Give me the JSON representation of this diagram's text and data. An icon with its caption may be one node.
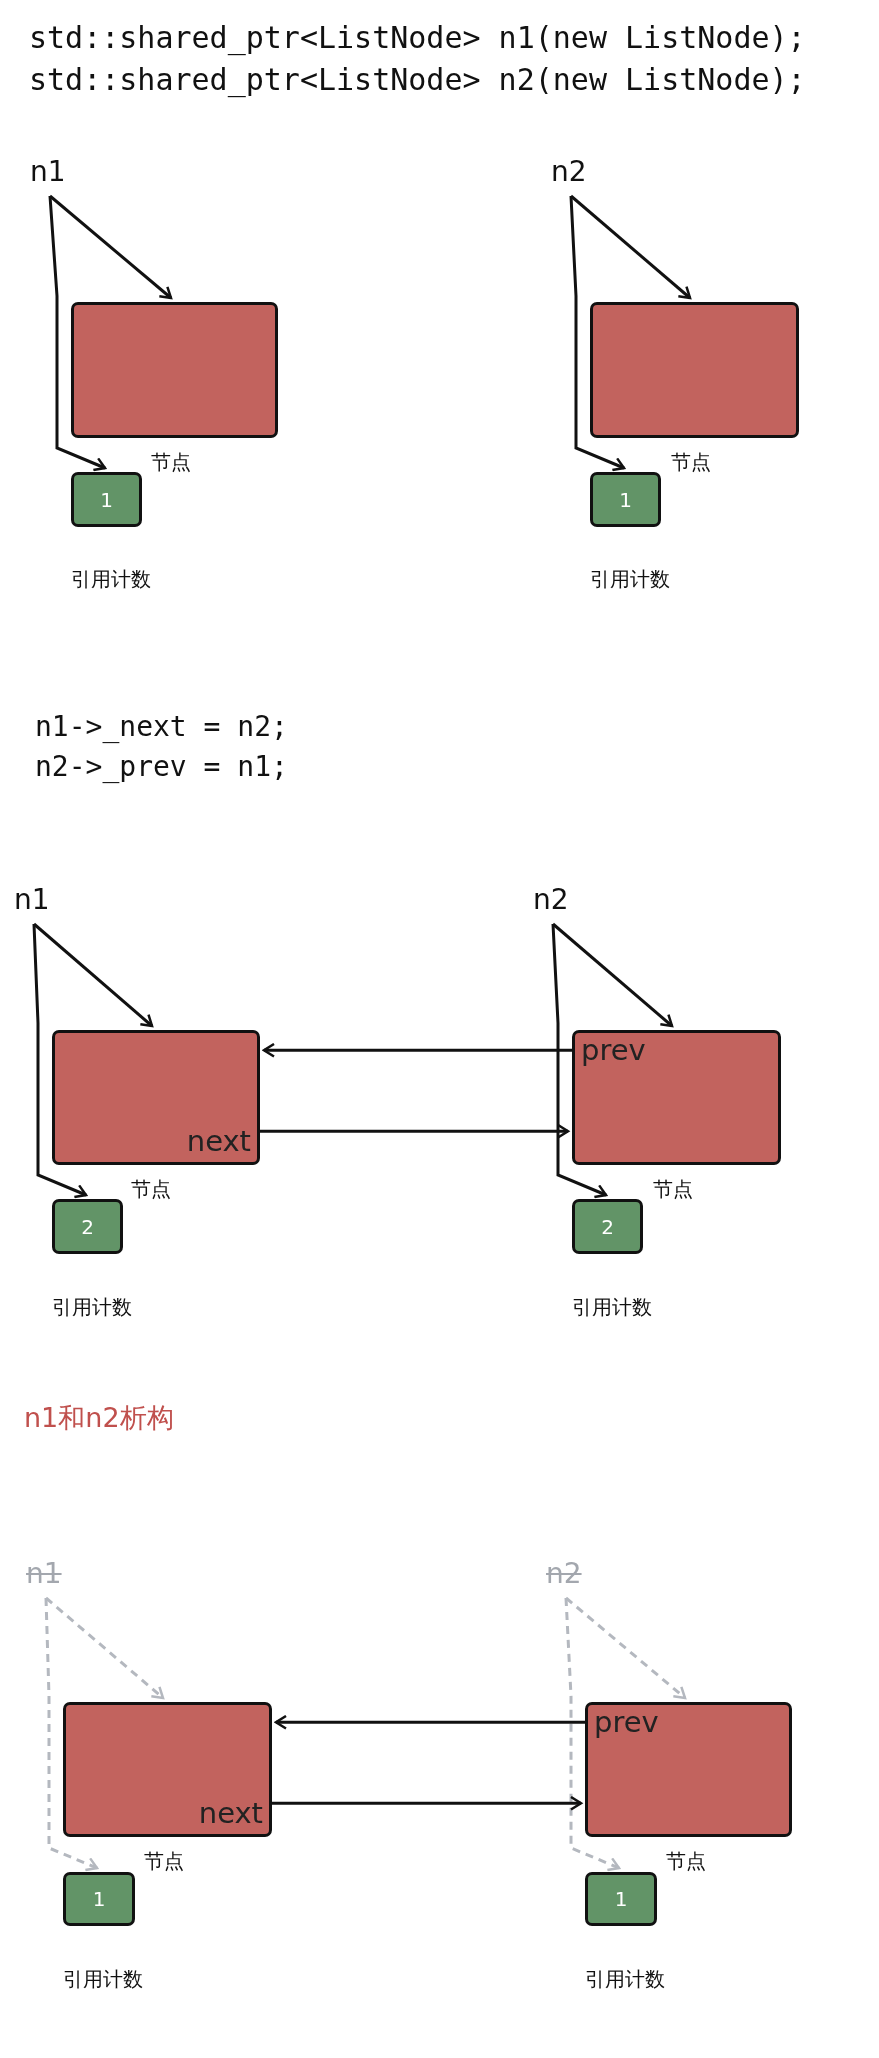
{
  "diagram": {
    "nodes": [
      {
        "text": [
          "n1"
        ]
      },
      {
        "text": [],
        "shape": "box",
        "beside": [
          "节点"
        ]
      },
      {
        "text": [
          "1"
        ],
        "beside": [
          "引用计数"
        ]
      },
      {
        "text": [
          "n2"
        ]
      },
      {
        "text": [],
        "shape": "box",
        "beside": [
          "节点"
        ]
      },
      {
        "text": [
          "1"
        ],
        "beside": [
          "引用计数"
        ]
      },
      {
        "text": [
          "n1"
        ]
      },
      {
        "text": [
          "next"
        ],
        "beside": [
          "节点"
        ]
      },
      {
        "text": [
          "2"
        ],
        "beside": [
          "引用计数"
        ]
      },
      {
        "text": [
          "n2"
        ]
      },
      {
        "text": [
          "prev"
        ],
        "beside": [
          "节点"
        ]
      },
      {
        "text": [
          "2"
        ],
        "beside": [
          "引用计数"
        ]
      },
      {
        "text": [
          "n1"
        ]
      },
      {
        "text": [
          "next"
        ],
        "beside": [
          "节点"
        ]
      },
      {
        "text": [
          "1"
        ],
        "beside": [
          "引用计数"
        ]
      },
      {
        "text": [
          "n2"
        ]
      },
      {
        "text": [
          "prev"
        ],
        "beside": [
          "节点"
        ]
      },
      {
        "text": [
          "1"
        ],
        "beside": [
          "引用计数"
        ]
      }
    ],
    "edges": [
      {
        "from": 0,
        "to": 1,
        "arrow": "to"
      },
      {
        "from": 0,
        "to": 2,
        "arrow": "to"
      },
      {
        "from": 3,
        "to": 4,
        "arrow": "to"
      },
      {
        "from": 3,
        "to": 5,
        "arrow": "to"
      },
      {
        "from": 6,
        "to": 7,
        "arrow": "to"
      },
      {
        "from": 6,
        "to": 8,
        "arrow": "to"
      },
      {
        "from": 9,
        "to": 10,
        "arrow": "to"
      },
      {
        "from": 9,
        "to": 11,
        "arrow": "to"
      },
      {
        "from": 10,
        "to": 7,
        "arrow": "to"
      },
      {
        "from": 7,
        "to": 10,
        "arrow": "to"
      },
      {
        "from": 12,
        "to": 13,
        "arrow": "to",
        "style": "dashed",
        "color": "#b4b8bf"
      },
      {
        "from": 12,
        "to": 14,
        "arrow": "to",
        "style": "dashed",
        "color": "#b4b8bf"
      },
      {
        "from": 15,
        "to": 16,
        "arrow": "to",
        "style": "dashed",
        "color": "#b4b8bf"
      },
      {
        "from": 15,
        "to": 17,
        "arrow": "to",
        "style": "dashed",
        "color": "#b4b8bf"
      },
      {
        "from": 16,
        "to": 13,
        "arrow": "to"
      },
      {
        "from": 13,
        "to": 16,
        "arrow": "to"
      }
    ],
    "labels": [
      "std::shared_ptr<ListNode> n1(new ListNode);",
      "std::shared_ptr<ListNode> n2(new ListNode);",
      "n1->_next = n2;",
      "n2->_prev = n1;",
      "n1和n2析构"
    ]
  }
}
